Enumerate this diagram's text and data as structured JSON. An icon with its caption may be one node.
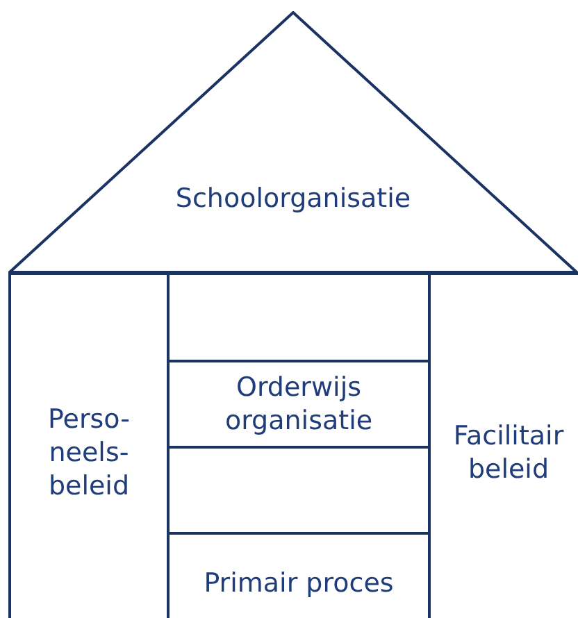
{
  "diagram": {
    "nodes": [
      {
        "text": [
          "Schoolorganisatie"
        ]
      },
      {
        "text": [
          "Perso- neels- beleid"
        ]
      },
      {
        "text": [],
        "shape": "box"
      },
      {
        "text": [
          "Orderwijs organisatie"
        ]
      },
      {
        "text": [],
        "shape": "box"
      },
      {
        "text": [
          "Primair proces"
        ]
      },
      {
        "text": [
          "Facilitair beleid"
        ]
      }
    ]
  }
}
